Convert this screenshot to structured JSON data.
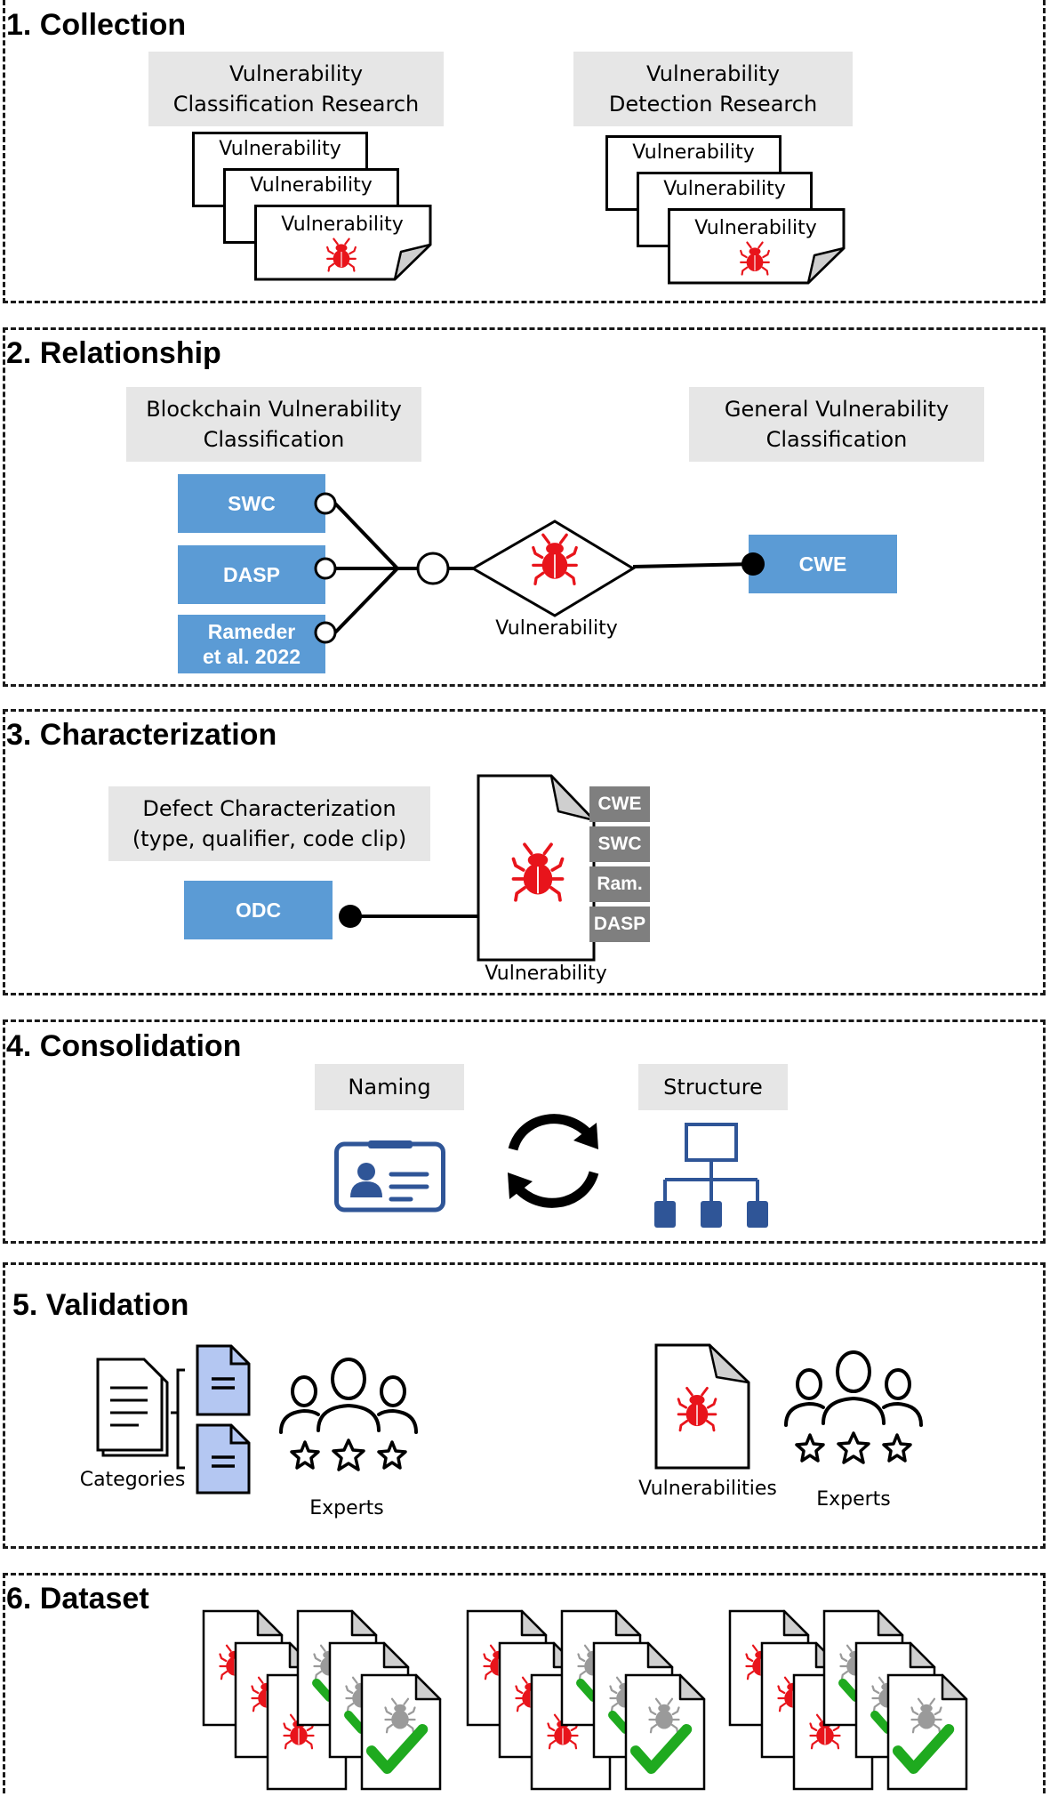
{
  "sections": {
    "collection": {
      "title": "1. Collection",
      "left_box": "Vulnerability\nClassification Research",
      "right_box": "Vulnerability\nDetection Research",
      "doc_label": "Vulnerability"
    },
    "relationship": {
      "title": "2. Relationship",
      "left_box": "Blockchain Vulnerability\nClassification",
      "right_box": "General Vulnerability\nClassification",
      "items": [
        "SWC",
        "DASP",
        "Rameder\net al. 2022"
      ],
      "target": "CWE",
      "center_label": "Vulnerability"
    },
    "characterization": {
      "title": "3. Characterization",
      "box": "Defect Characterization\n(type, qualifier, code clip)",
      "method": "ODC",
      "tags": [
        "CWE",
        "SWC",
        "Ram.",
        "DASP"
      ],
      "doc_label": "Vulnerability"
    },
    "consolidation": {
      "title": "4. Consolidation",
      "left_box": "Naming",
      "right_box": "Structure"
    },
    "validation": {
      "title": "5. Validation",
      "categories_label": "Categories",
      "experts_label_1": "Experts",
      "vulnerabilities_label": "Vulnerabilities",
      "experts_label_2": "Experts"
    },
    "dataset": {
      "title": "6. Dataset"
    }
  },
  "colors": {
    "bug": "#e8141b",
    "blue_box": "#5b9bd5",
    "gray_box": "#e6e6e6",
    "tag": "#7f7f7f",
    "icon_blue": "#2f5597",
    "doc_fill_blue": "#b4c7f2",
    "check": "#1faa1f"
  }
}
